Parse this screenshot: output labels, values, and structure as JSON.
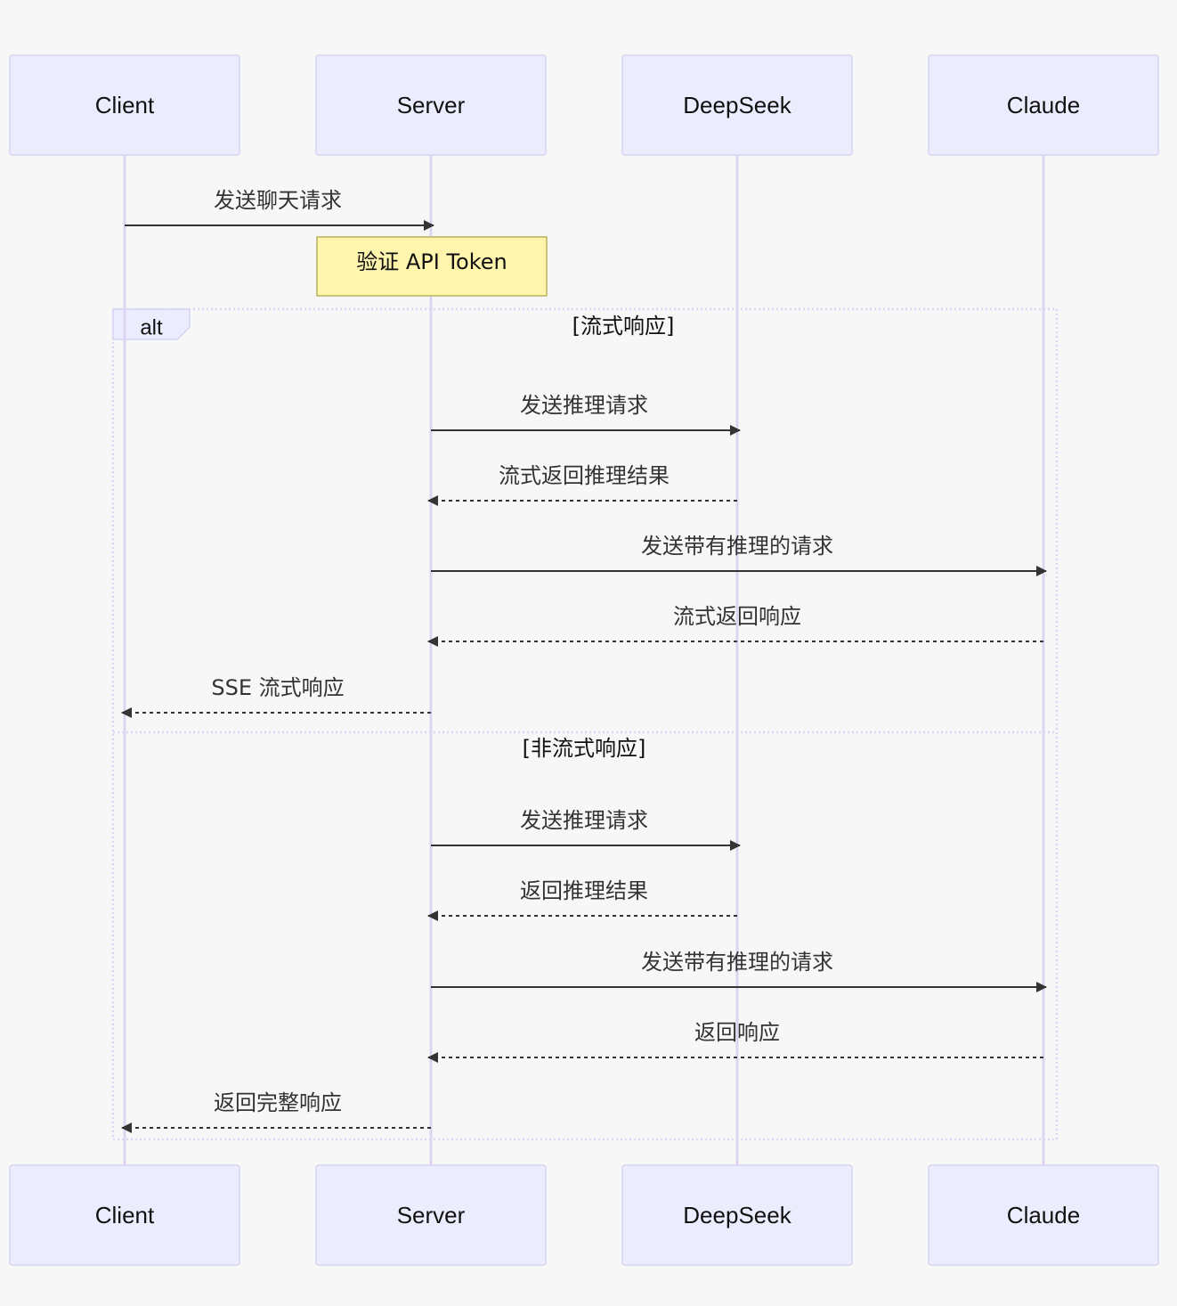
{
  "participants": [
    "Client",
    "Server",
    "DeepSeek",
    "Claude"
  ],
  "note": {
    "text": "验证 API Token",
    "over": "Server"
  },
  "messages_before": [
    {
      "from": "Client",
      "to": "Server",
      "text": "发送聊天请求",
      "style": "solid"
    }
  ],
  "alt": {
    "label": "alt",
    "sections": [
      {
        "condition": "[流式响应]",
        "messages": [
          {
            "from": "Server",
            "to": "DeepSeek",
            "text": "发送推理请求",
            "style": "solid"
          },
          {
            "from": "DeepSeek",
            "to": "Server",
            "text": "流式返回推理结果",
            "style": "dashed"
          },
          {
            "from": "Server",
            "to": "Claude",
            "text": "发送带有推理的请求",
            "style": "solid"
          },
          {
            "from": "Claude",
            "to": "Server",
            "text": "流式返回响应",
            "style": "dashed"
          },
          {
            "from": "Server",
            "to": "Client",
            "text": "SSE 流式响应",
            "style": "dashed"
          }
        ]
      },
      {
        "condition": "[非流式响应]",
        "messages": [
          {
            "from": "Server",
            "to": "DeepSeek",
            "text": "发送推理请求",
            "style": "solid"
          },
          {
            "from": "DeepSeek",
            "to": "Server",
            "text": "返回推理结果",
            "style": "dashed"
          },
          {
            "from": "Server",
            "to": "Claude",
            "text": "发送带有推理的请求",
            "style": "solid"
          },
          {
            "from": "Claude",
            "to": "Server",
            "text": "返回响应",
            "style": "dashed"
          },
          {
            "from": "Server",
            "to": "Client",
            "text": "返回完整响应",
            "style": "dashed"
          }
        ]
      }
    ]
  }
}
